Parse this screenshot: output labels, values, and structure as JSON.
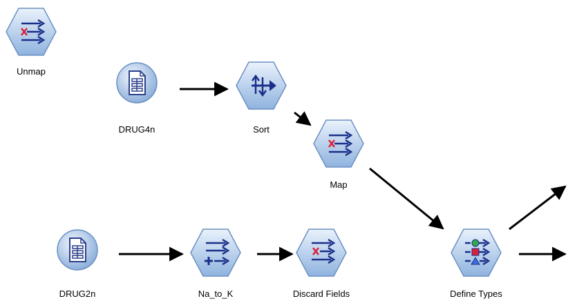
{
  "stream": {
    "nodes": [
      {
        "id": "unmap",
        "label": "Unmap",
        "icon": "field-reorder-cross-icon"
      },
      {
        "id": "drug4n",
        "label": "DRUG4n",
        "icon": "variable-file-icon"
      },
      {
        "id": "sort",
        "label": "Sort",
        "icon": "sort-icon"
      },
      {
        "id": "map",
        "label": "Map",
        "icon": "field-reorder-cross-icon"
      },
      {
        "id": "drug2n",
        "label": "DRUG2n",
        "icon": "variable-file-icon"
      },
      {
        "id": "na_to_k",
        "label": "Na_to_K",
        "icon": "derive-plus-icon"
      },
      {
        "id": "discard",
        "label": "Discard Fields",
        "icon": "filter-cross-icon"
      },
      {
        "id": "types",
        "label": "Define Types",
        "icon": "type-shapes-icon"
      }
    ]
  },
  "colors": {
    "node_fill_light": "#e8f1fb",
    "node_fill_dark": "#8fb3de",
    "node_stroke": "#6a8fc2",
    "icon_blue": "#1a2f8a",
    "icon_red": "#d8203a",
    "icon_green": "#2fa84f",
    "link": "#000000"
  }
}
